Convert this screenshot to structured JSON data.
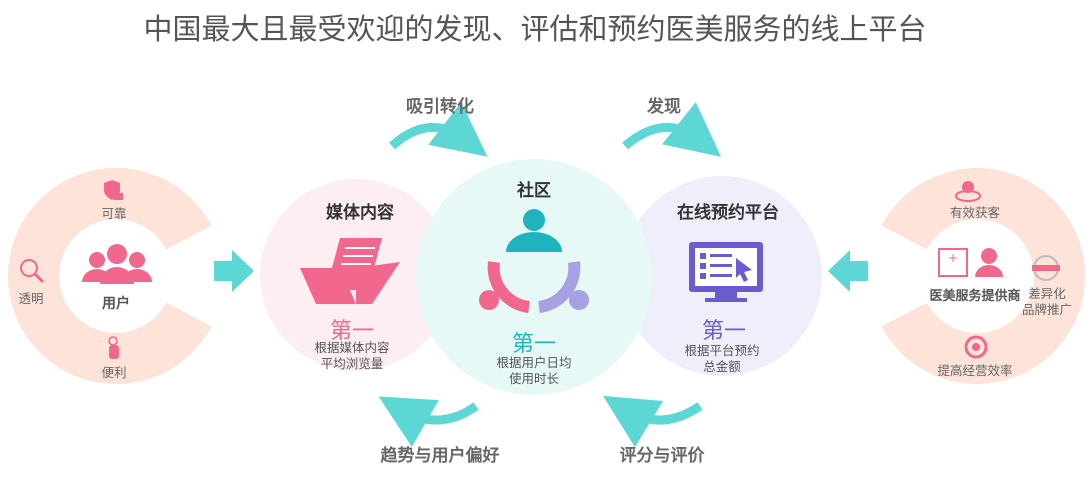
{
  "title": "中国最大且最受欢迎的发现、评估和预约医美服务的线上平台",
  "colors": {
    "accent": "#5dd6d6",
    "pink": "#f2678e",
    "ring": "#fde3d8",
    "teal": "#1fb3bd",
    "purple": "#6a5bd0"
  },
  "steps": {
    "top_left": "吸引转化",
    "top_right": "发现",
    "bottom_left": "趋势与用户偏好",
    "bottom_right": "评分与评价"
  },
  "users": {
    "center": "用户",
    "items": [
      "可靠",
      "透明",
      "便利"
    ]
  },
  "providers": {
    "center": "医美服务提供商",
    "items": [
      "有效获客",
      "差异化",
      "品牌推广",
      "提高经营效率"
    ]
  },
  "media": {
    "title": "媒体内容",
    "rank": "第一",
    "desc1": "根据媒体内容",
    "desc2": "平均浏览量"
  },
  "community": {
    "title": "社区",
    "rank": "第一",
    "desc1": "根据用户日均",
    "desc2": "使用时长"
  },
  "platform": {
    "title": "在线预约平台",
    "rank": "第一",
    "desc1": "根据平台预约",
    "desc2": "总金额"
  }
}
